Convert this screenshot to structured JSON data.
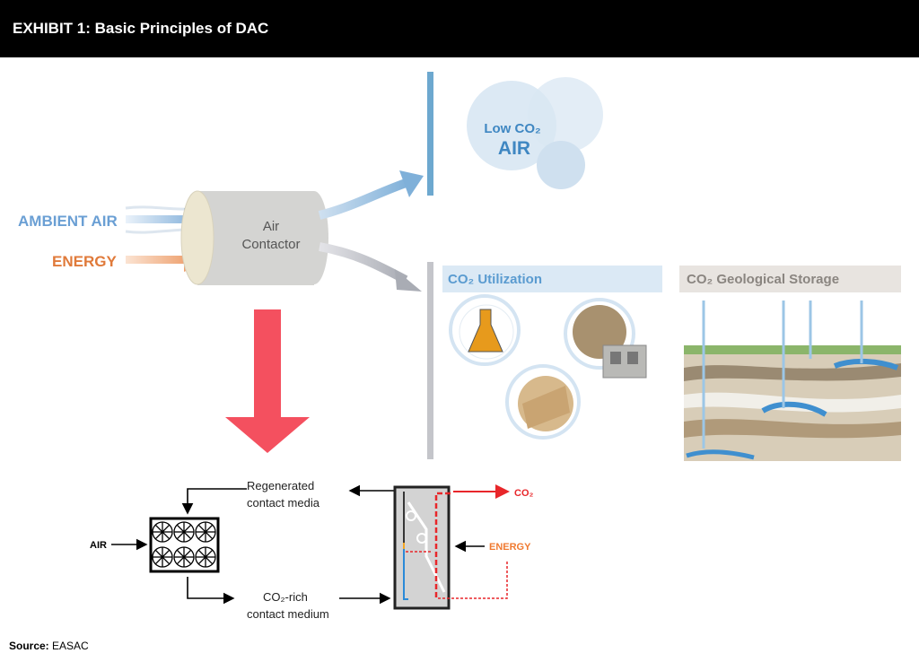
{
  "header": {
    "title": "EXHIBIT 1: Basic Principles of DAC"
  },
  "top_diagram": {
    "ambient_air": "AMBIENT AIR",
    "energy": "ENERGY",
    "contactor_line1": "Air",
    "contactor_line2": "Contactor",
    "low_co2_line1": "Low CO₂",
    "low_co2_line2": "AIR",
    "utilization": "CO₂ Utilization",
    "storage": "CO₂ Geological Storage"
  },
  "bottom_diagram": {
    "air": "AIR",
    "regenerated_line1": "Regenerated",
    "regenerated_line2": "contact media",
    "co2_rich_line1": "CO₂-rich",
    "co2_rich_line2": "contact medium",
    "co2_out": "CO₂",
    "energy": "ENERGY"
  },
  "footer": {
    "source_label": "Source:",
    "source_value": "EASAC"
  },
  "colors": {
    "air_blue": "#6a9fd4",
    "energy_orange": "#e07a3a",
    "big_arrow_red": "#f4505f",
    "co2_red": "#e8262a"
  }
}
